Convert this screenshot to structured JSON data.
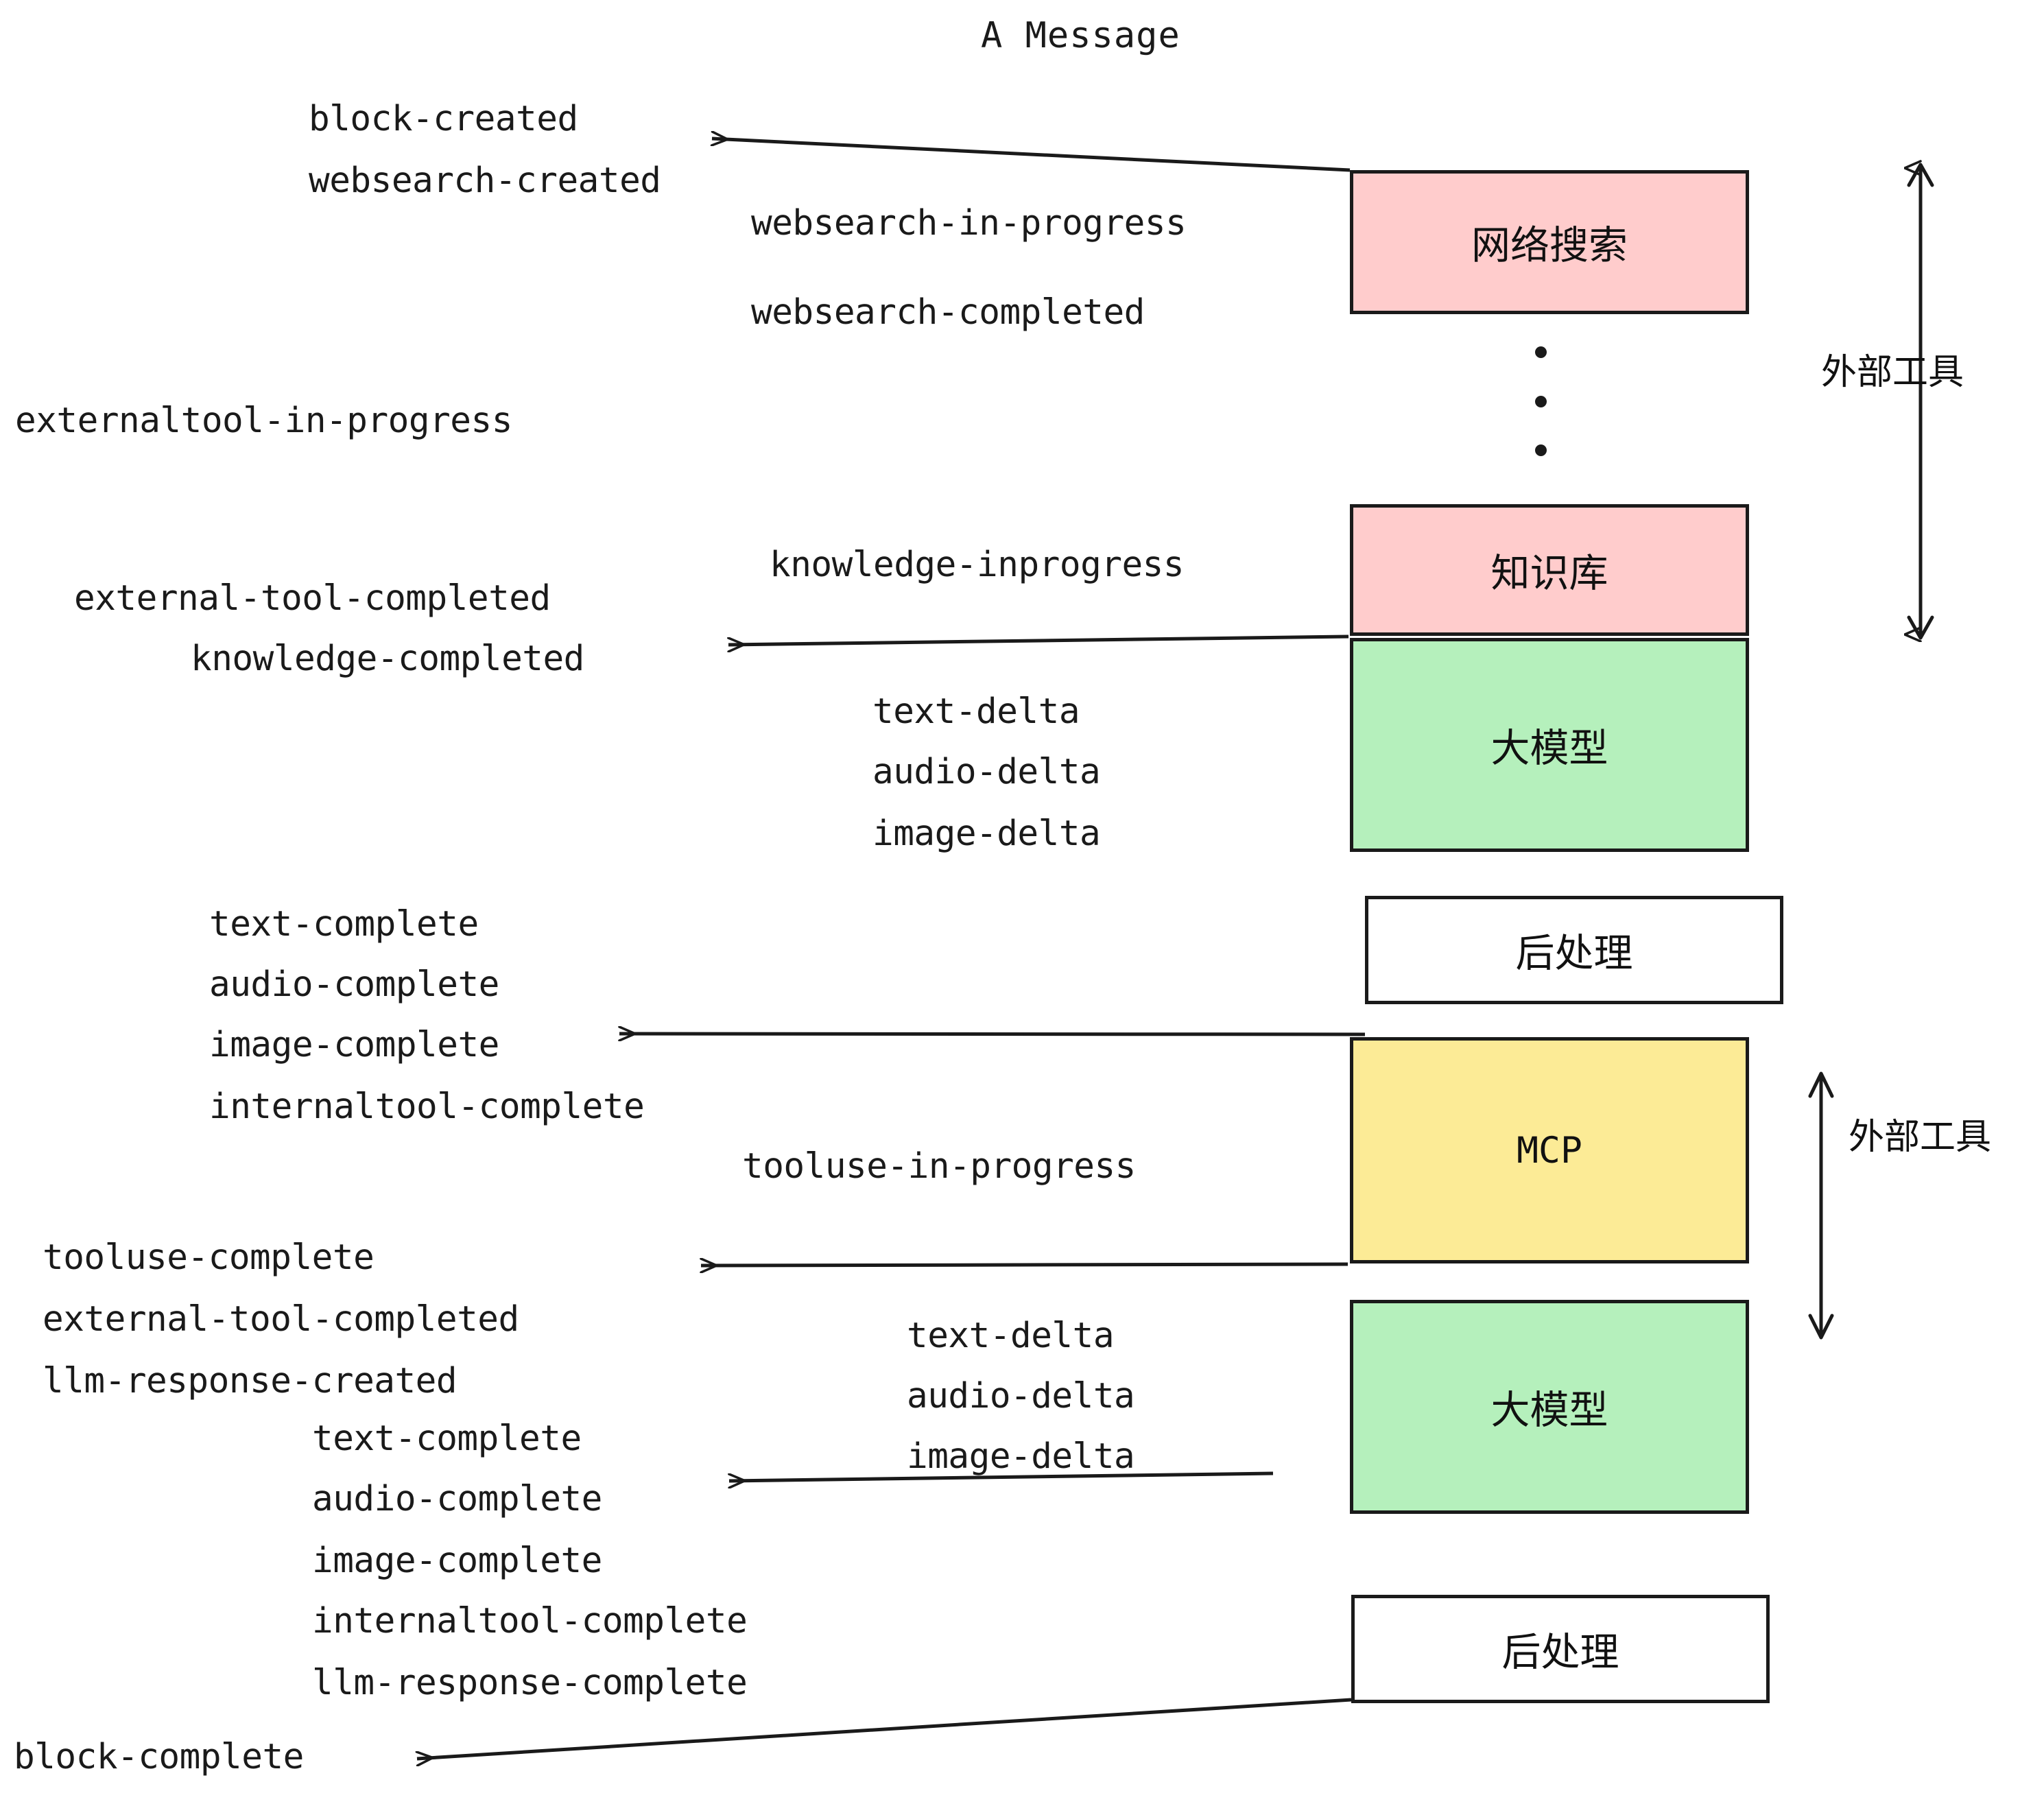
{
  "title": "A Message",
  "colors": {
    "pink": "#ffcccc",
    "green": "#b5f0bc",
    "yellow": "#fceb96",
    "white": "#ffffff",
    "stroke": "#1a1a1a",
    "text": "#1a1a1a"
  },
  "nodes": [
    {
      "id": "websearch",
      "label": "网络搜索",
      "fill": "pink"
    },
    {
      "id": "knowledge",
      "label": "知识库",
      "fill": "pink"
    },
    {
      "id": "llm1",
      "label": "大模型",
      "fill": "green"
    },
    {
      "id": "post1",
      "label": "后处理",
      "fill": "white"
    },
    {
      "id": "mcp",
      "label": "MCP",
      "fill": "yellow"
    },
    {
      "id": "llm2",
      "label": "大模型",
      "fill": "green"
    },
    {
      "id": "post2",
      "label": "后处理",
      "fill": "white"
    }
  ],
  "side_labels": [
    {
      "id": "external-tool-top",
      "label": "外部工具"
    },
    {
      "id": "external-tool-bottom",
      "label": "外部工具"
    }
  ],
  "events": [
    {
      "id": "block-created",
      "text": "block-created"
    },
    {
      "id": "websearch-created",
      "text": "websearch-created"
    },
    {
      "id": "websearch-in-progress",
      "text": "websearch-in-progress"
    },
    {
      "id": "websearch-completed",
      "text": "websearch-completed"
    },
    {
      "id": "externaltool-in-progress",
      "text": "externaltool-in-progress"
    },
    {
      "id": "knowledge-inprogress",
      "text": "knowledge-inprogress"
    },
    {
      "id": "external-tool-completed-1",
      "text": "external-tool-completed"
    },
    {
      "id": "knowledge-completed",
      "text": "knowledge-completed"
    },
    {
      "id": "text-delta-1",
      "text": "text-delta"
    },
    {
      "id": "audio-delta-1",
      "text": "audio-delta"
    },
    {
      "id": "image-delta-1",
      "text": "image-delta"
    },
    {
      "id": "text-complete-1",
      "text": "text-complete"
    },
    {
      "id": "audio-complete-1",
      "text": "audio-complete"
    },
    {
      "id": "image-complete-1",
      "text": "image-complete"
    },
    {
      "id": "internaltool-complete-1",
      "text": "internaltool-complete"
    },
    {
      "id": "tooluse-in-progress",
      "text": "tooluse-in-progress"
    },
    {
      "id": "tooluse-complete",
      "text": "tooluse-complete"
    },
    {
      "id": "external-tool-completed-2",
      "text": "external-tool-completed"
    },
    {
      "id": "llm-response-created",
      "text": "llm-response-created"
    },
    {
      "id": "text-delta-2",
      "text": "text-delta"
    },
    {
      "id": "audio-delta-2",
      "text": "audio-delta"
    },
    {
      "id": "image-delta-2",
      "text": "image-delta"
    },
    {
      "id": "text-complete-2",
      "text": "text-complete"
    },
    {
      "id": "audio-complete-2",
      "text": "audio-complete"
    },
    {
      "id": "image-complete-2",
      "text": "image-complete"
    },
    {
      "id": "internaltool-complete-2",
      "text": "internaltool-complete"
    },
    {
      "id": "llm-response-complete",
      "text": "llm-response-complete"
    },
    {
      "id": "block-complete",
      "text": "block-complete"
    }
  ]
}
